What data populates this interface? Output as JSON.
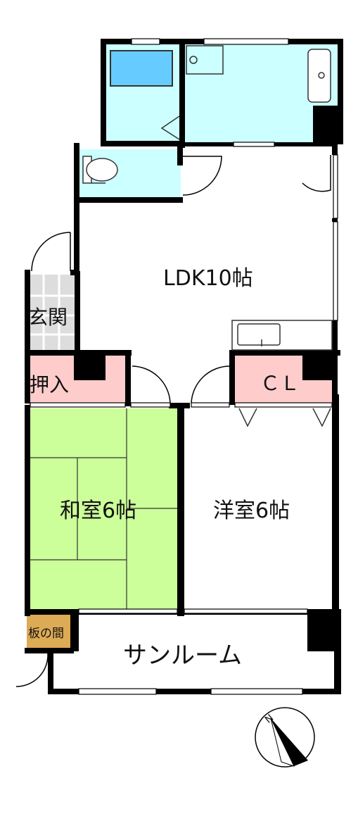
{
  "colors": {
    "wall": "#000000",
    "wet_area": "#ccffff",
    "tub": "#66ccff",
    "tatami": "#ccff99",
    "storage": "#ffcccc",
    "entrance_tile": "#dddddd",
    "wood_floor": "#ddaa55",
    "room": "#ffffff"
  },
  "rooms": {
    "ldk": "LDK10帖",
    "entrance": "玄関",
    "closet_left": "押入",
    "closet_right": "ＣＬ",
    "japanese_room": "和室6帖",
    "western_room": "洋室6帖",
    "wood_floor": "板の間",
    "sunroom": "サンルーム"
  },
  "compass": {
    "north_label": "N",
    "icon": "compass-north-arrow-icon"
  }
}
